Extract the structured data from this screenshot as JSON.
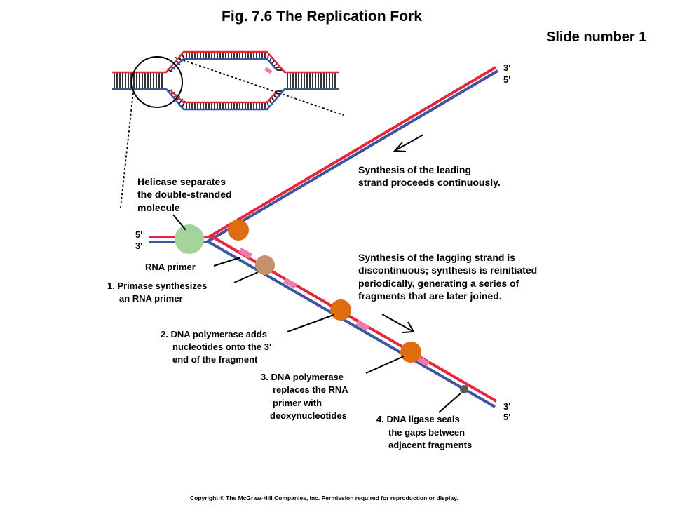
{
  "title": "Fig. 7.6  The Replication Fork",
  "slide_label": "Slide number 1",
  "copyright": "Copyright © The McGraw-Hill Companies, Inc. Permission required for reproduction or display.",
  "colors": {
    "red_strand": "#e8253a",
    "blue_strand": "#3b55a0",
    "primer_pink": "#ef7aac",
    "polymerase_orange": "#dd6d0f",
    "primase_tan": "#c4926a",
    "helicase_green": "#a5d49b",
    "ligase_gray": "#5a5a5a"
  },
  "ends": {
    "top_right_3": "3'",
    "top_right_5": "5'",
    "left_5": "5'",
    "left_3": "3'",
    "bottom_right_3": "3'",
    "bottom_right_5": "5'"
  },
  "labels": {
    "leading_1": "Synthesis of the leading",
    "leading_2": "strand proceeds continuously.",
    "helicase_1": "Helicase separates",
    "helicase_2": "the double-stranded",
    "helicase_3": "molecule",
    "lagging_1": "Synthesis of the lagging strand is",
    "lagging_2": "discontinuous; synthesis is reinitiated",
    "lagging_3": "periodically, generating a series of",
    "lagging_4": "fragments that are later joined.",
    "rna_primer": "RNA primer",
    "step1_1": "1. Primase synthesizes",
    "step1_2": "an RNA primer",
    "step2_1": "2. DNA polymerase adds",
    "step2_2": "nucleotides onto the 3'",
    "step2_3": "end of the fragment",
    "step3_1": "3. DNA polymerase",
    "step3_2": "replaces the RNA",
    "step3_3": "primer with",
    "step3_4": "deoxynucleotides",
    "step4_1": "4. DNA ligase seals",
    "step4_2": "the gaps between",
    "step4_3": "adjacent fragments"
  }
}
